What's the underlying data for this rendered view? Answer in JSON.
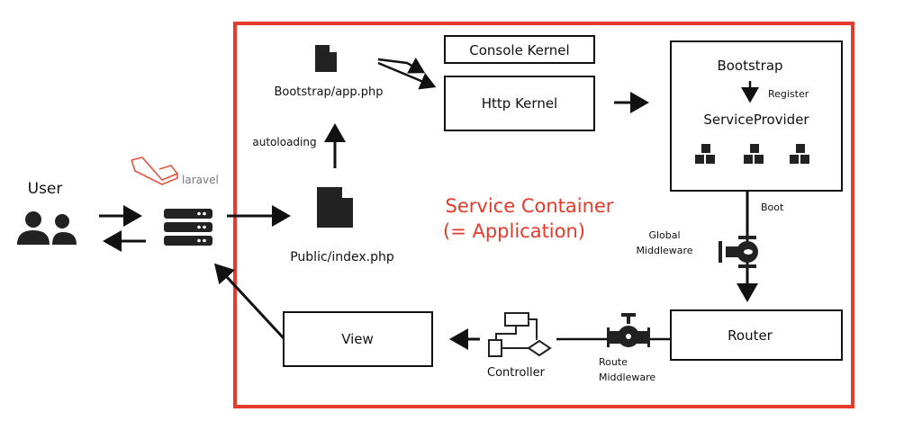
{
  "user": {
    "label": "User"
  },
  "laravel": {
    "logo_text": "laravel"
  },
  "container": {
    "title_line1": "Service Container",
    "title_line2": "(= Application)",
    "color": "#e53a2c"
  },
  "files": {
    "bootstrap_app": "Bootstrap/app.php",
    "public_index": "Public/index.php",
    "autoloading": "autoloading"
  },
  "kernels": {
    "console": "Console Kernel",
    "http": "Http Kernel"
  },
  "bootstrap_box": {
    "title": "Bootstrap",
    "register": "Register",
    "service_provider": "ServiceProvider"
  },
  "boot": "Boot",
  "global_middleware": {
    "line1": "Global",
    "line2": "Middleware"
  },
  "router": "Router",
  "route_middleware": {
    "line1": "Route",
    "line2": "Middleware"
  },
  "controller": "Controller",
  "view": "View"
}
